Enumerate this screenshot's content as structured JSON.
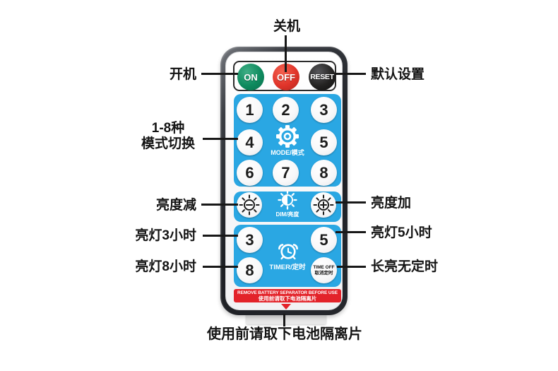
{
  "callouts": {
    "power_off": "关机",
    "power_on": "开机",
    "mode_line1": "1-8种",
    "mode_line2": "模式切换",
    "dim_minus": "亮度减",
    "timer3": "亮灯3小时",
    "timer8": "亮灯8小时",
    "reset": "默认设置",
    "dim_plus": "亮度加",
    "timer5": "亮灯5小时",
    "no_timer": "长亮无定时",
    "bottom": "使用前请取下电池隔离片"
  },
  "remote": {
    "power_buttons": [
      "ON",
      "OFF",
      "RESET"
    ],
    "digits": [
      "1",
      "2",
      "3",
      "4",
      "5",
      "6",
      "7",
      "8"
    ],
    "mode_label": "MODE/模式",
    "dim_label": "DIM/亮度",
    "timer_digits": [
      "3",
      "5",
      "8"
    ],
    "timer_label": "TIMER/定时",
    "time_off_line1": "TIME OFF",
    "time_off_line2": "取消定时",
    "warning_en": "REMOVE BATTERY SEPARATOR BEFORE USE",
    "warning_cn": "使用前请取下电池隔离片"
  },
  "colors": {
    "panel_blue": "#2aa7e3",
    "on_green": "#0e8a5e",
    "off_red": "#e0342a",
    "reset_black": "#242322",
    "warning_red": "#e3232a"
  }
}
